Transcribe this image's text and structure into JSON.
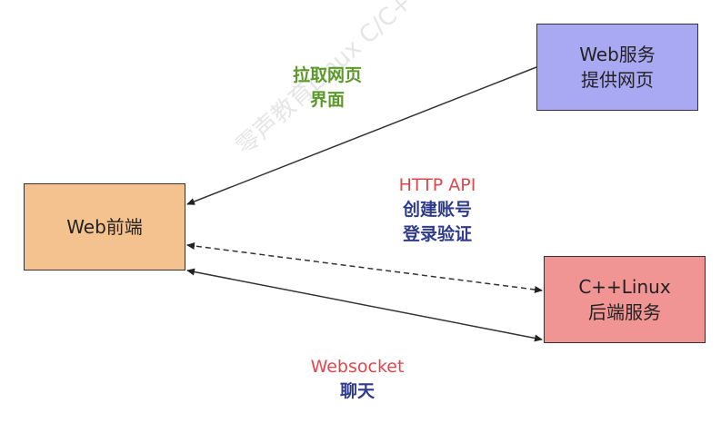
{
  "nodes": {
    "web_frontend": {
      "label": "Web前端",
      "color": "#F4C28F"
    },
    "web_service": {
      "line1": "Web服务",
      "line2": "提供网页",
      "color": "#A9A9F3"
    },
    "cpp_backend": {
      "line1": "C++Linux",
      "line2": "后端服务",
      "color": "#F09494"
    }
  },
  "edges": {
    "pull_page": {
      "line1": "拉取网页",
      "line2": "界面",
      "color": "#5B9A2A"
    },
    "http_api": {
      "line1": "HTTP API",
      "line2": "创建账号",
      "line3": "登录验证",
      "color1": "#E0474C",
      "color2": "#2F3B8F"
    },
    "websocket": {
      "line1": "Websocket",
      "line2": "聊天",
      "color1": "#E0474C",
      "color2": "#2F3B8F"
    }
  },
  "watermark": "零声教育Linux C/C++"
}
